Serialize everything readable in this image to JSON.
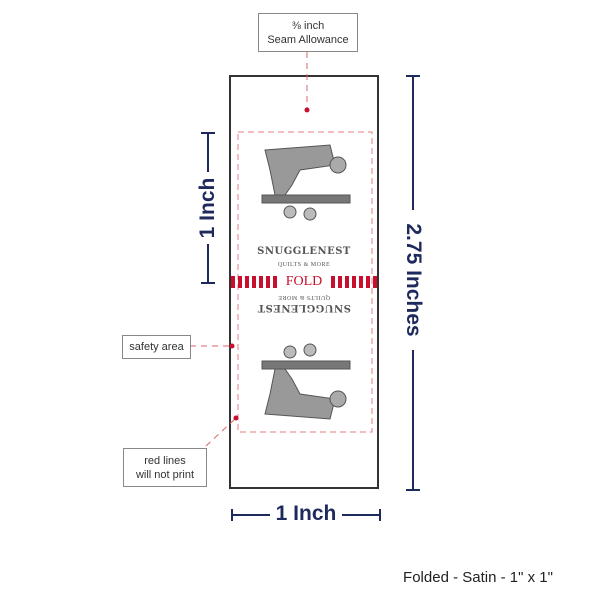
{
  "seam_label": {
    "line1": "⅜ inch",
    "line2": "Seam Allowance"
  },
  "safety_label": "safety area",
  "red_lines_label": {
    "line1": "red lines",
    "line2": "will not print"
  },
  "fold_label": "FOLD",
  "brand": {
    "name": "SNUGGLENEST",
    "sub": "QUILTS & MORE"
  },
  "dimensions": {
    "height_left": "1 Inch",
    "height_right": "2.75 Inches",
    "width_bottom": "1 Inch"
  },
  "caption": "Folded - Satin - 1\" x 1\"",
  "colors": {
    "navy": "#1f2a5c",
    "red": "#c8102e",
    "dash": "#e77b86"
  }
}
